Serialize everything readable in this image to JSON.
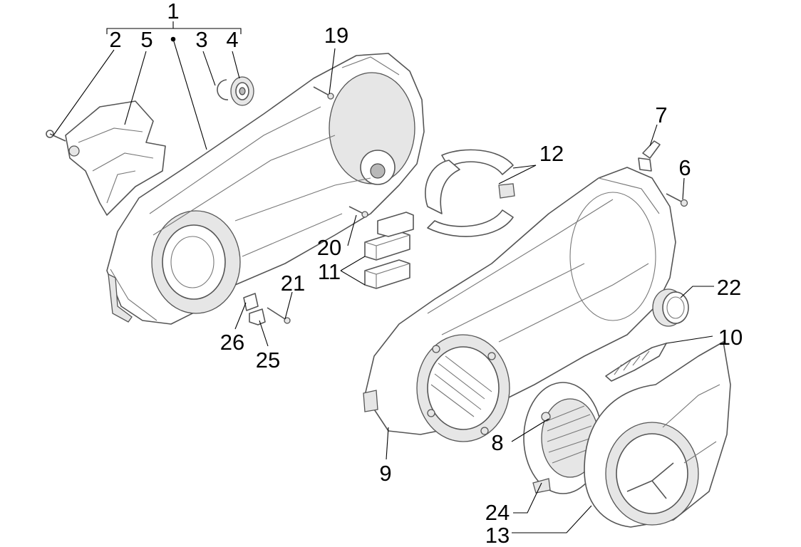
{
  "callouts": [
    {
      "id": "1",
      "text": "1"
    },
    {
      "id": "2",
      "text": "2"
    },
    {
      "id": "3",
      "text": "3"
    },
    {
      "id": "4",
      "text": "4"
    },
    {
      "id": "5",
      "text": "5"
    },
    {
      "id": "6",
      "text": "6"
    },
    {
      "id": "7",
      "text": "7"
    },
    {
      "id": "8",
      "text": "8"
    },
    {
      "id": "9",
      "text": "9"
    },
    {
      "id": "10",
      "text": "10"
    },
    {
      "id": "11",
      "text": "11"
    },
    {
      "id": "12",
      "text": "12"
    },
    {
      "id": "13",
      "text": "13"
    },
    {
      "id": "19",
      "text": "19"
    },
    {
      "id": "20",
      "text": "20"
    },
    {
      "id": "21",
      "text": "21"
    },
    {
      "id": "22",
      "text": "22"
    },
    {
      "id": "24",
      "text": "24"
    },
    {
      "id": "25",
      "text": "25"
    },
    {
      "id": "26",
      "text": "26"
    }
  ]
}
